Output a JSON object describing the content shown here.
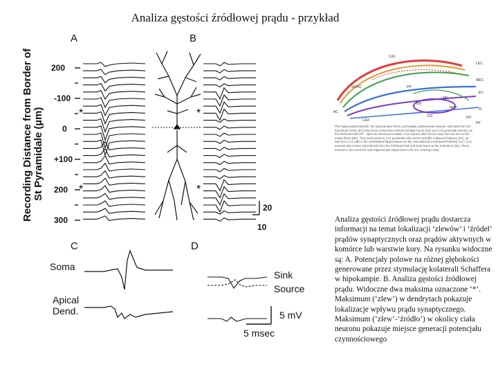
{
  "slide": {
    "title": "Analiza gęstości źródłowej prądu - przykład",
    "description": "Analiza gęstości źródłowej prądu dostarcza informacji na temat lokalizacji ‘zlewów’ i ‘źródeł’ prądów synaptycznych oraz prądów aktywnych w komórce lub warstwie kory. Na rysunku widoczne są: A. Potencjały polowe na różnej głębokości generowane przez stymulację kolaterali Schaffera w hipokampie. B. Analiza gęstości źródłowej prądu. Widoczne dwa maksima oznaczone ‘*’. Maksimum (‘zlew’) w dendrytach pokazuje lokalizacje wpływu prądu synaptycznego. Maksimum (‘zlew’-‘źródło’) w okolicy ciała neuronu pokazuje miejsce generacji potencjału czynnościowego"
  },
  "figure": {
    "panels": {
      "a": "A",
      "b": "B",
      "c": "C",
      "d": "D"
    },
    "depth_axis": {
      "title_line1": "Recording Distance from Border of",
      "title_line2": "St Pyramidale (µm)",
      "ticks": [
        "200",
        "-100",
        "0",
        "+100",
        "200",
        "300"
      ]
    },
    "scale_bar_a": {
      "vertical": "20",
      "horizontal": "10"
    },
    "panel_c": {
      "trace1": "Soma",
      "trace2_line1": "Apical",
      "trace2_line2": "Dend."
    },
    "panel_d": {
      "sink": "Sink",
      "source": "Source",
      "voltage": "5 mV",
      "time": "5 msec"
    }
  },
  "inset": {
    "region_labels": [
      "CA1",
      "SC/AC",
      "CA3",
      "DG",
      "LEC",
      "MEC",
      "LPP",
      "MPP",
      "EC",
      "II/V",
      "III",
      "PP",
      "AC",
      "PP",
      "DG"
    ],
    "caption": "The Hippocampal Network: the hippocampus forms a principally unidirectional network, with input from the Entorhinal Cortex (EC) that forms connections with the Dentate Gyrus (DG) and CA3 pyramidal neurons via the Perforant Path (PP - split into lateral and medial). CA3 neurons also receive input from the DG via the mossy fibres (MF). They send axons to CA1 pyramidal cells via the Schaffer Collateral Pathway (SC), as well as to CA1 cells in the contralateral hippocampus via the Associational Commisural Pathway (AC). CA1 neurons also receive input directly from the Perforant Path and send axons to the Subiculum (Sb). These neurons in turn send the main hippocampal output back to the EC, forming a loop.",
    "colors": {
      "ca1": "#e23b3b",
      "ca3": "#3b6fd6",
      "dg": "#7a3bc4",
      "green": "#3aa04a",
      "orange": "#e8962b"
    }
  }
}
